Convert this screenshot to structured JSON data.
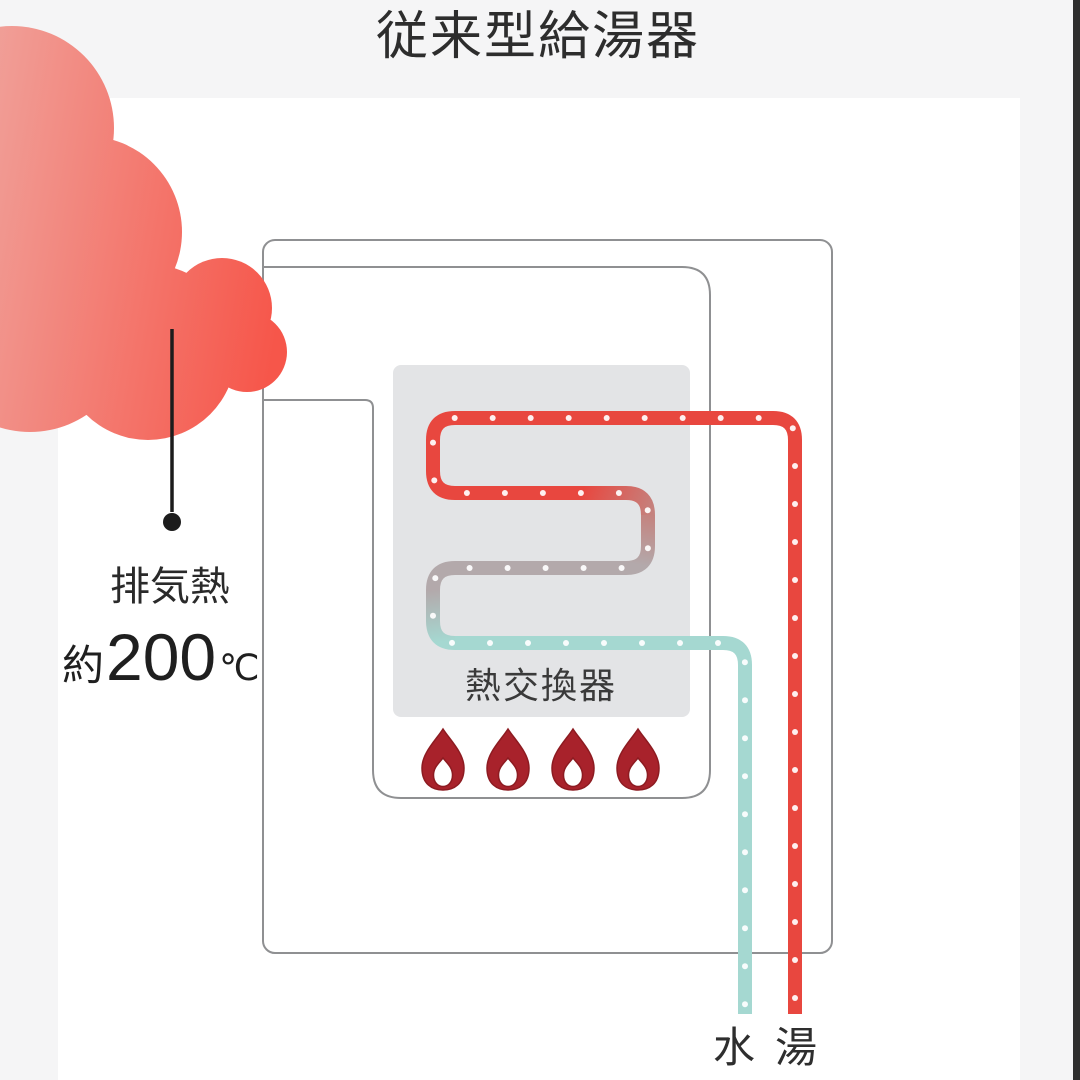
{
  "title": "従来型給湯器",
  "exhaust": {
    "label": "排気熱",
    "temp_prefix": "約",
    "temp_value": "200",
    "temp_unit": "℃"
  },
  "heat_exchanger": {
    "label": "熱交換器"
  },
  "burner": {
    "flame_count": 4
  },
  "outlets": {
    "cold_label": "水",
    "hot_label": "湯"
  },
  "colors": {
    "hot_pipe": "#e8473f",
    "hot_fade": "#c4837f",
    "neutral_pipe": "#b3a9ab",
    "cold_pipe": "#a5d8d1",
    "flame": "#a8222b",
    "flame_edge": "#8d1b21",
    "cloud_light": "#f0a59e",
    "cloud_dark": "#f6564a",
    "box_border": "#8f9092",
    "exchanger_fill": "#e3e4e6",
    "arrow": "#1c1c1c"
  }
}
